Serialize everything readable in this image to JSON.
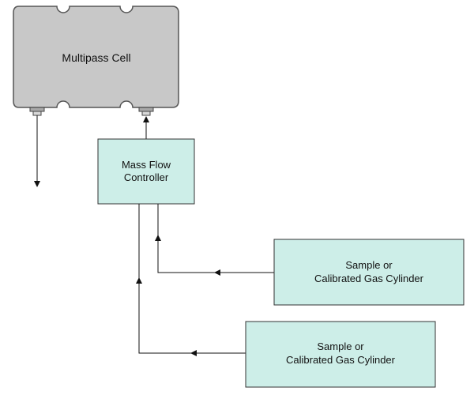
{
  "nodes": {
    "cell": {
      "label": "Multipass Cell"
    },
    "mfc": {
      "line1": "Mass Flow",
      "line2": "Controller"
    },
    "cylinder_upper": {
      "line1": "Sample or",
      "line2": "Calibrated Gas Cylinder"
    },
    "cylinder_lower": {
      "line1": "Sample or",
      "line2": "Calibrated Gas Cylinder"
    }
  },
  "colors": {
    "cell_fill": "#c8c8c8",
    "cell_stroke": "#555555",
    "box_fill": "#cdeee8",
    "box_stroke": "#333333",
    "line": "#111111"
  }
}
